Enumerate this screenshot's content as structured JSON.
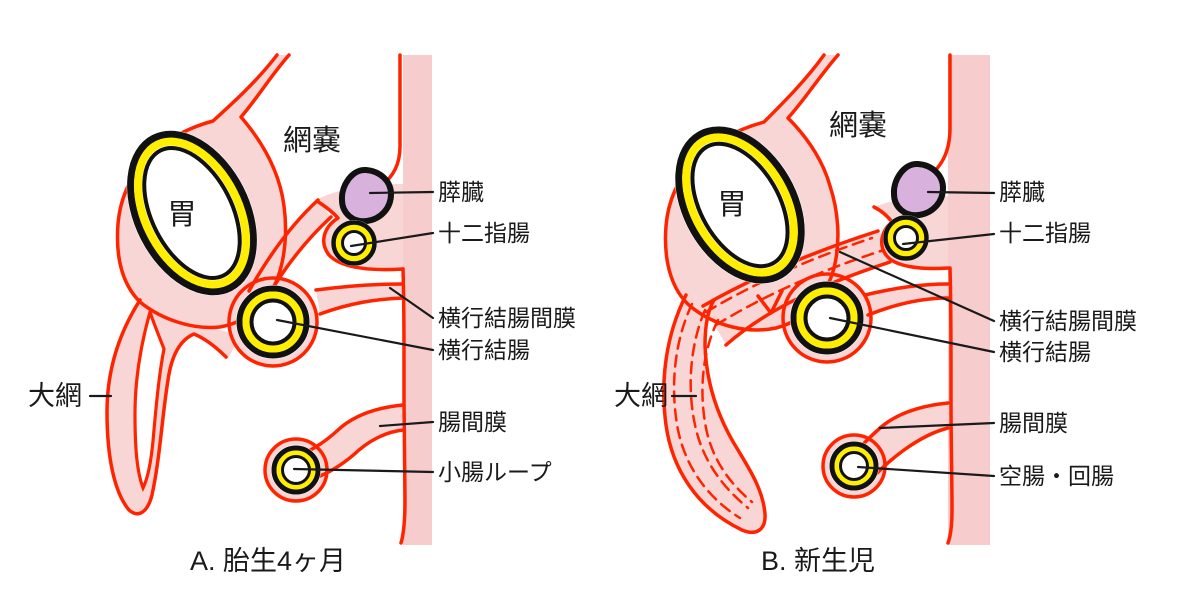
{
  "figure": {
    "description_visible_text_only": true,
    "colors": {
      "outline_red": "#FF2400",
      "membrane_pink": "#F9D6D6",
      "wall_pink": "#F6CCCC",
      "gut_yellow": "#FFEE00",
      "pancreas_purple": "#D8B2DC",
      "line_black": "#1a1a1a"
    }
  },
  "panel_a": {
    "caption": "A. 胎生4ヶ月",
    "bursa_label": "網嚢",
    "stomach_label": "胃",
    "omentum_label": "大網",
    "labels": {
      "pancreas": "膵臓",
      "duodenum": "十二指腸",
      "mesocolon": "横行結腸間膜",
      "colon": "横行結腸",
      "mesentery": "腸間膜",
      "bowel": "小腸ループ"
    }
  },
  "panel_b": {
    "caption": "B. 新生児",
    "bursa_label": "網嚢",
    "stomach_label": "胃",
    "omentum_label": "大網",
    "labels": {
      "pancreas": "膵臓",
      "duodenum": "十二指腸",
      "mesocolon": "横行結腸間膜",
      "colon": "横行結腸",
      "mesentery": "腸間膜",
      "bowel": "空腸・回腸"
    }
  }
}
